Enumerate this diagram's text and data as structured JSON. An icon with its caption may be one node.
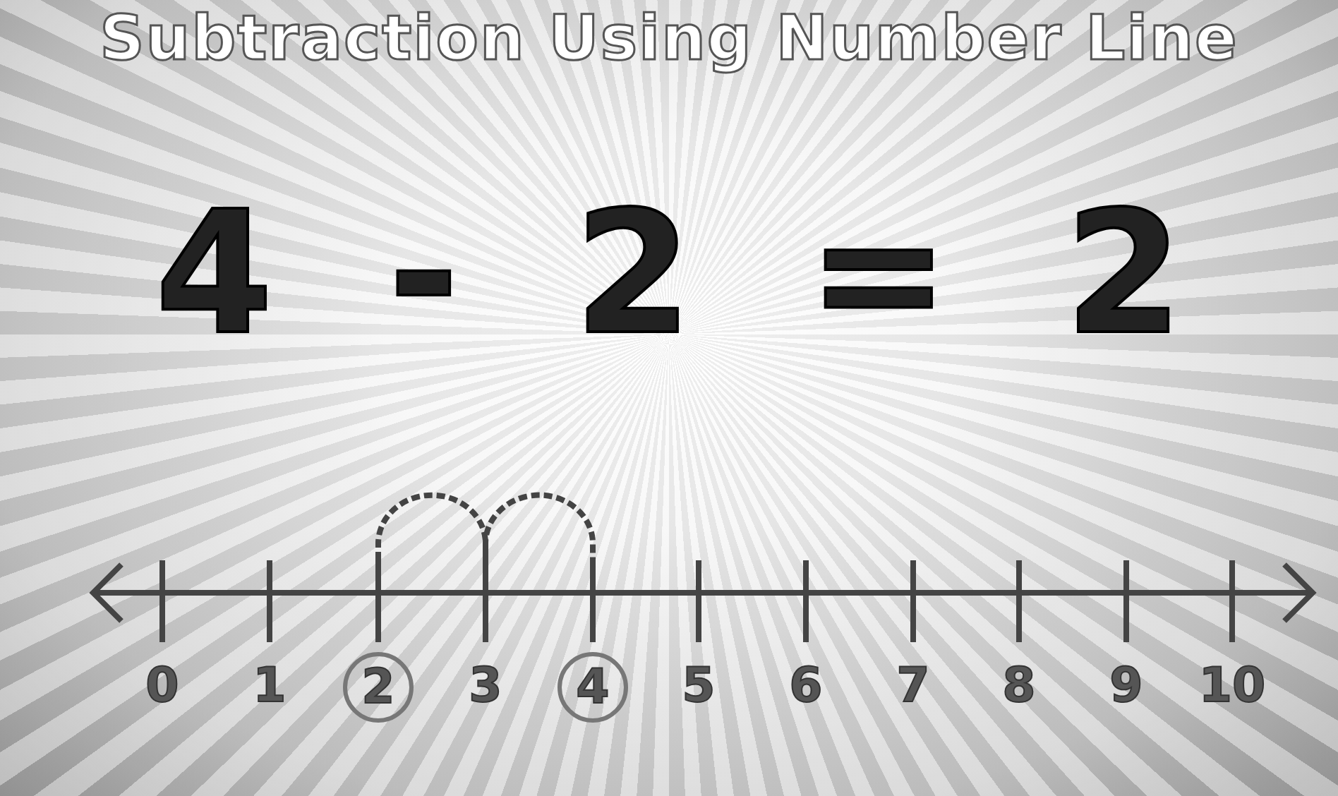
{
  "diagram": {
    "title": "Subtraction Using Number Line",
    "nodes": [
      {
        "text": [
          "2"
        ]
      },
      {
        "text": [
          "4"
        ]
      }
    ],
    "labels": [
      "4 - 2 = 2",
      "0",
      "1",
      "3",
      "5",
      "6",
      "7",
      "8",
      "9",
      "10"
    ]
  }
}
